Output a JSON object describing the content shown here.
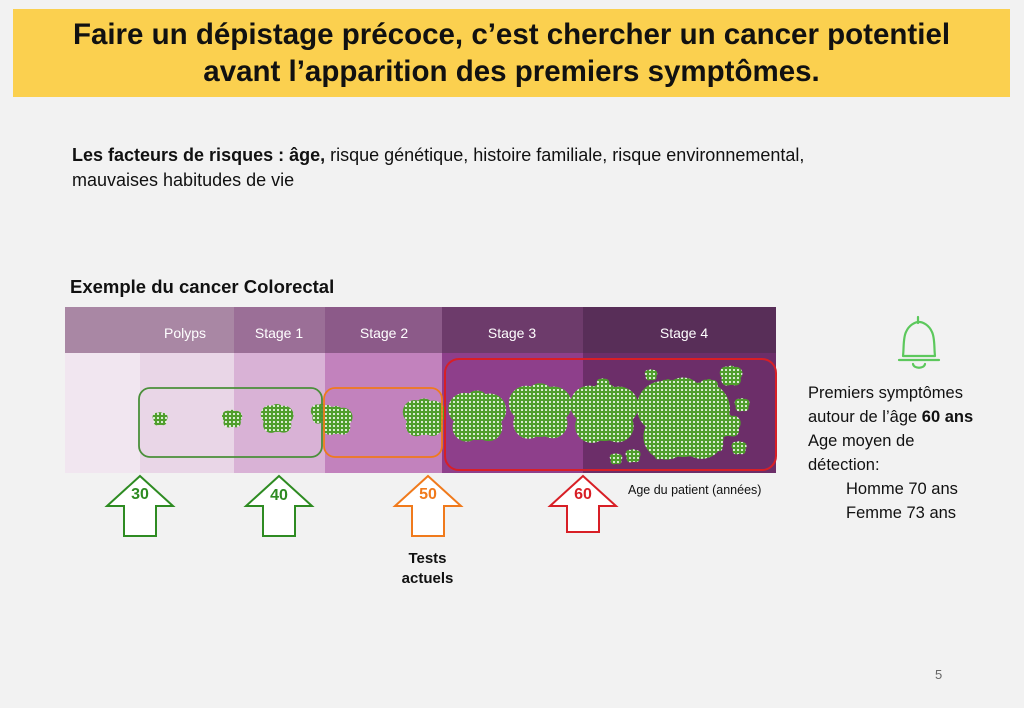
{
  "title": {
    "line1": "Faire un dépistage précoce, c’est chercher un cancer potentiel",
    "line2": "avant l’apparition des premiers symptômes."
  },
  "risk": {
    "bold": "Les facteurs de risques : âge,",
    "rest1": " risque génétique, histoire familiale, risque environnemental,",
    "line2": "mauvaises habitudes de vie"
  },
  "example_title": "Exemple du cancer Colorectal",
  "stages": [
    "Polyps",
    "Stage 1",
    "Stage 2",
    "Stage 3",
    "Stage 4"
  ],
  "ages": [
    {
      "label": "30",
      "color": "#2e8b22"
    },
    {
      "label": "40",
      "color": "#2e8b22"
    },
    {
      "label": "50",
      "color": "#f07a1c"
    },
    {
      "label": "60",
      "color": "#d81f26"
    }
  ],
  "age_axis_label": "Age du patient (années)",
  "tests": {
    "line1": "Tests",
    "line2": "actuels"
  },
  "symptoms": {
    "line1": "Premiers symptômes",
    "line2_pre": "autour de l’âge ",
    "line2_bold": "60 ans",
    "line3": "Age moyen de",
    "line4": "détection:",
    "line5": "Homme 70 ans",
    "line6": "Femme 73 ans"
  },
  "bell_icon": "bell-icon",
  "colors": {
    "title_band": "#fbd04f",
    "green": "#2e8b22",
    "orange": "#f07a1c",
    "red": "#d81f26",
    "bell": "#5cc85c"
  },
  "page_number": "5"
}
